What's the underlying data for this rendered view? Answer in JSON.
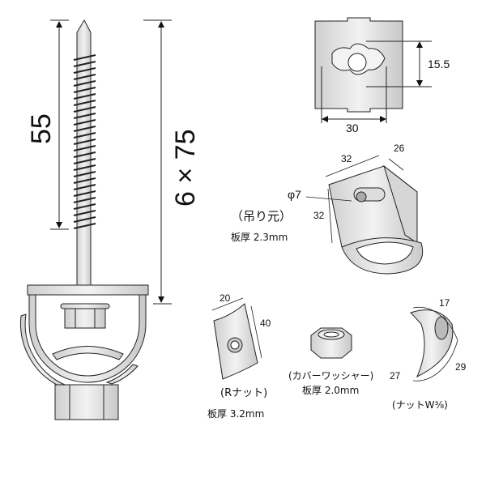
{
  "bolt": {
    "thread_length": "55",
    "spec": "6 × 75"
  },
  "plate_top": {
    "height_dim": "15.5",
    "width_dim": "30"
  },
  "hanger": {
    "width_dim": "32",
    "depth_dim": "26",
    "height_dim": "32",
    "hole_dim": "φ7",
    "name": "（吊り元）",
    "thickness": "板厚 2.3mm"
  },
  "r_nut": {
    "width_dim": "20",
    "length_dim": "40",
    "name": "(Rナット)",
    "thickness": "板厚 3.2mm"
  },
  "cover_washer": {
    "name": "(カバーワッシャー)",
    "thickness": "板厚 2.0mm"
  },
  "nut_w": {
    "dim_top": "17",
    "dim_side": "29",
    "dim_bottom": "27",
    "name": "(ナットW³⁄₈)"
  },
  "colors": {
    "line": "#222222",
    "fill": "#e6e6e6",
    "background": "#ffffff"
  }
}
